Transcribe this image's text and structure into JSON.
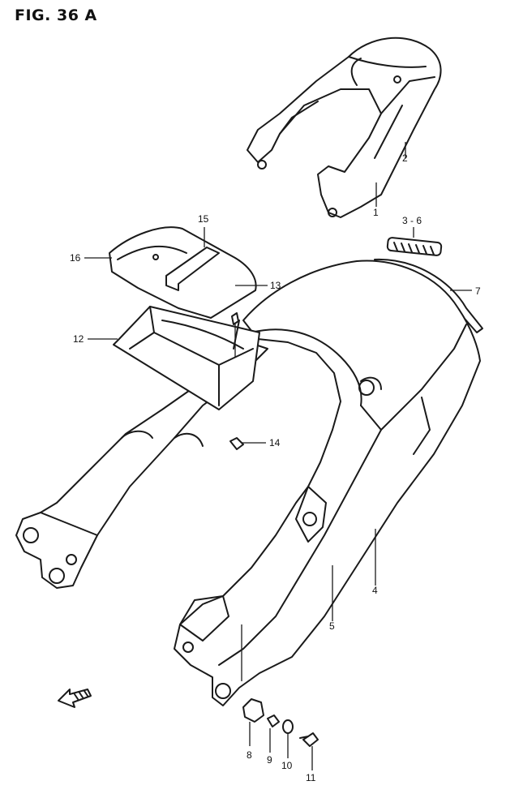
{
  "figure": {
    "title": "FIG. 36 A"
  },
  "callouts": [
    {
      "id": "c1",
      "text": "1"
    },
    {
      "id": "c2",
      "text": "2"
    },
    {
      "id": "c3",
      "text": "3 - 6"
    },
    {
      "id": "c4",
      "text": "4"
    },
    {
      "id": "c5",
      "text": "5"
    },
    {
      "id": "c7",
      "text": "7"
    },
    {
      "id": "c8",
      "text": "8"
    },
    {
      "id": "c9",
      "text": "9"
    },
    {
      "id": "c10",
      "text": "10"
    },
    {
      "id": "c11",
      "text": "11"
    },
    {
      "id": "c12",
      "text": "12"
    },
    {
      "id": "c13",
      "text": "13"
    },
    {
      "id": "c14",
      "text": "14"
    },
    {
      "id": "c15",
      "text": "15"
    },
    {
      "id": "c16",
      "text": "16"
    }
  ],
  "icons": {
    "front_arrow": "arrow-icon"
  }
}
